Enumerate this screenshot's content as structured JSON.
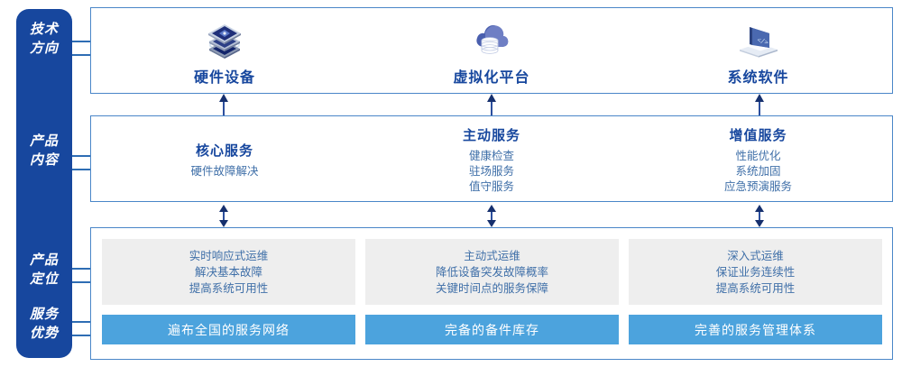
{
  "rail": {
    "labels": [
      {
        "name": "tech-direction",
        "line1": "技术",
        "line2": "方向"
      },
      {
        "name": "product-content",
        "line1": "产品",
        "line2": "内容"
      },
      {
        "name": "product-position",
        "line1": "产品",
        "line2": "定位"
      },
      {
        "name": "service-advantage",
        "line1": "服务",
        "line2": "优势"
      }
    ],
    "color": "#17479e"
  },
  "tech": {
    "columns": [
      {
        "icon": "server-stack-icon",
        "label": "硬件设备"
      },
      {
        "icon": "cloud-database-icon",
        "label": "虚拟化平台"
      },
      {
        "icon": "laptop-code-icon",
        "label": "系统软件"
      }
    ]
  },
  "content": {
    "columns": [
      {
        "title": "核心服务",
        "items": [
          "硬件故障解决"
        ]
      },
      {
        "title": "主动服务",
        "items": [
          "健康检查",
          "驻场服务",
          "值守服务"
        ]
      },
      {
        "title": "增值服务",
        "items": [
          "性能优化",
          "系统加固",
          "应急预演服务"
        ]
      }
    ]
  },
  "positioning": {
    "cards": [
      {
        "items": [
          "实时响应式运维",
          "解决基本故障",
          "提高系统可用性"
        ]
      },
      {
        "items": [
          "主动式运维",
          "降低设备突发故障概率",
          "关键时间点的服务保障"
        ]
      },
      {
        "items": [
          "深入式运维",
          "保证业务连续性",
          "提高系统可用性"
        ]
      }
    ]
  },
  "advantages": {
    "bars": [
      "遍布全国的服务网络",
      "完备的备件库存",
      "完善的服务管理体系"
    ],
    "color": "#4ca3dd"
  },
  "connectors": {
    "arrow_up": "arrow-up-icon",
    "arrow_updown": "arrow-up-down-icon"
  }
}
